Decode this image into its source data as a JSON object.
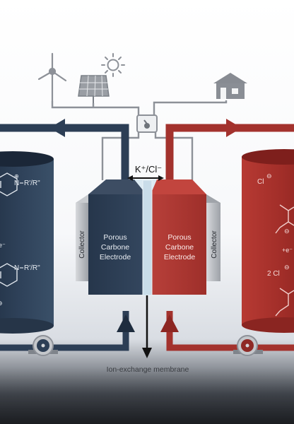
{
  "diagram": {
    "ion_label": "K⁺/Cl⁻",
    "left_electrode": {
      "line1": "Porous",
      "line2": "Carbone",
      "line3": "Electrode"
    },
    "right_electrode": {
      "line1": "Porous",
      "line2": "Carbone",
      "line3": "Electrode"
    },
    "left_collector": "Collector",
    "right_collector": "Collector",
    "membrane_label": "Ion-exchange membrane",
    "left_tank": {
      "formula_top": "R'/R\"",
      "formula_bottom": "R'/R\"",
      "n_label_top": "N",
      "n_label_bottom": "N",
      "plus_sign": "⊕",
      "e_label": "e⁻",
      "charge_top": "⊕"
    },
    "right_tank": {
      "cl_top": "Cl",
      "minus_top": "⊖",
      "e_label": "+e⁻",
      "cl_bottom": "2 Cl",
      "minus_bottom": "⊖",
      "minus_side": "⊖"
    },
    "colors": {
      "navy": "#2c3e55",
      "red": "#a3322d",
      "gray": "#8d9198",
      "membrane": "#c9dde9"
    },
    "icons": [
      "wind-turbine-icon",
      "sun-icon",
      "solar-panel-icon",
      "switch-icon",
      "house-icon",
      "pump-icon"
    ]
  }
}
